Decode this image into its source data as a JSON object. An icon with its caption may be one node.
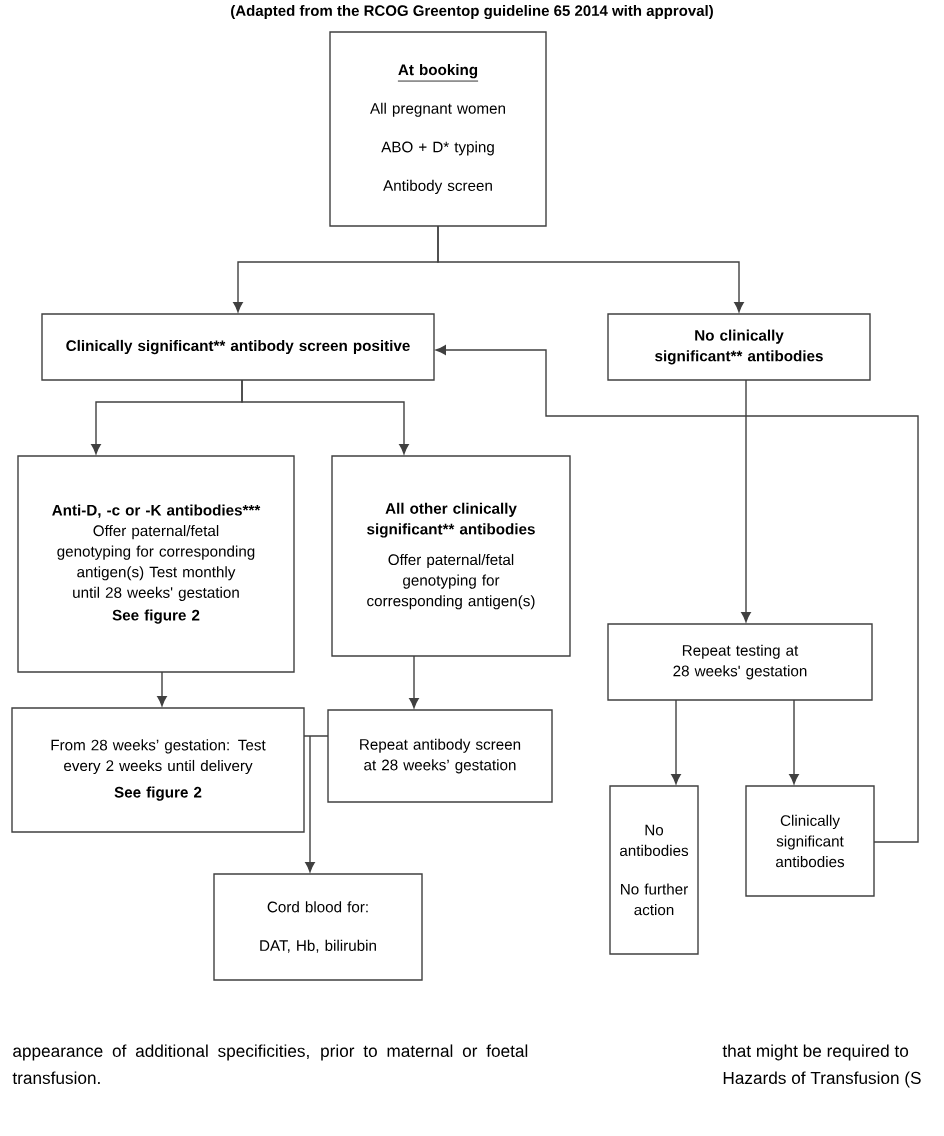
{
  "diagram": {
    "title": "(Adapted from the RCOG Greentop guideline 65 2014 with approval)",
    "nodes": [
      {
        "text": [
          "At booking",
          "All pregnant women",
          "ABO + D* typing",
          "Antibody screen"
        ]
      },
      {
        "text": [
          "Clinically significant** antibody screen positive"
        ]
      },
      {
        "text": [
          "No clinically significant** antibodies"
        ]
      },
      {
        "text": [
          "Anti-D, -c or -K antibodies***",
          "Offer paternal/fetal genotyping for corresponding antigen(s) Test monthly until 28 weeks' gestation",
          "See figure 2"
        ]
      },
      {
        "text": [
          "All other clinically significant** antibodies",
          "Offer paternal/fetal genotyping for corresponding antigen(s)"
        ]
      },
      {
        "text": [
          "Repeat testing at 28 weeks' gestation"
        ]
      },
      {
        "text": [
          "From 28 weeks’ gestation: Test every 2 weeks until delivery",
          "See figure 2"
        ]
      },
      {
        "text": [
          "Repeat antibody screen at 28 weeks’ gestation"
        ]
      },
      {
        "text": [
          "Cord blood for:",
          "DAT, Hb, bilirubin"
        ]
      },
      {
        "text": [
          "No antibodies",
          "No further action"
        ]
      },
      {
        "text": [
          "Clinically significant antibodies"
        ]
      }
    ],
    "edges": [
      {
        "from": 0,
        "to": 1,
        "arrow": "to"
      },
      {
        "from": 0,
        "to": 2,
        "arrow": "to"
      },
      {
        "from": 1,
        "to": 3,
        "arrow": "to"
      },
      {
        "from": 1,
        "to": 4,
        "arrow": "to"
      },
      {
        "from": 2,
        "to": 5,
        "arrow": "to"
      },
      {
        "from": 3,
        "to": 6,
        "arrow": "to"
      },
      {
        "from": 4,
        "to": 7,
        "arrow": "to"
      },
      {
        "from": 5,
        "to": 9,
        "arrow": "to"
      },
      {
        "from": 5,
        "to": 10,
        "arrow": "to"
      },
      {
        "from": 10,
        "to": 1,
        "arrow": "to"
      },
      {
        "from": 6,
        "to": 8,
        "arrow": "to"
      },
      {
        "from": 7,
        "to": 8,
        "arrow": "to"
      }
    ],
    "labels": [
      "appearance of additional specificities, prior to maternal or foetal transfusion.",
      "that might be required to",
      "Hazards of Transfusion (S"
    ]
  }
}
